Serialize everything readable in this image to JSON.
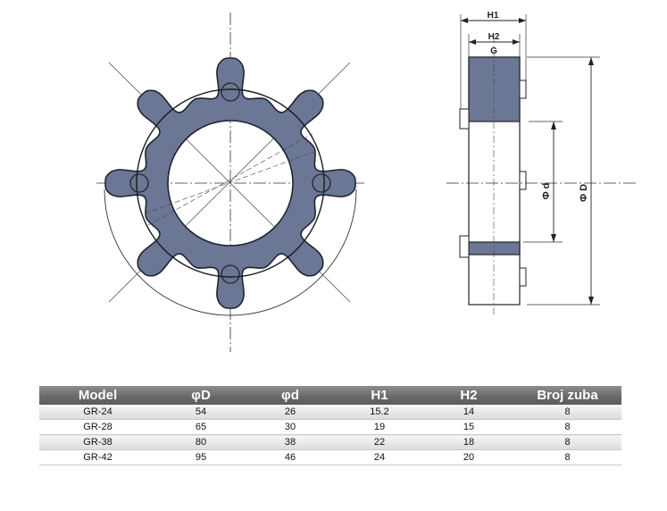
{
  "dimensions": {
    "h1": "H1",
    "h2": "H2",
    "g": "G",
    "bore": "Φ d",
    "outer": "Φ D"
  },
  "table": {
    "headers": [
      "Model",
      "φD",
      "φd",
      "H1",
      "H2",
      "Broj zuba"
    ],
    "rows": [
      [
        "GR-24",
        "54",
        "26",
        "15.2",
        "14",
        "8"
      ],
      [
        "GR-28",
        "65",
        "30",
        "19",
        "15",
        "8"
      ],
      [
        "GR-38",
        "80",
        "38",
        "22",
        "18",
        "8"
      ],
      [
        "GR-42",
        "95",
        "46",
        "24",
        "20",
        "8"
      ]
    ]
  },
  "colors": {
    "part_fill": "#6b7794",
    "outline": "#222222",
    "table_header": "#6a6a6a"
  }
}
